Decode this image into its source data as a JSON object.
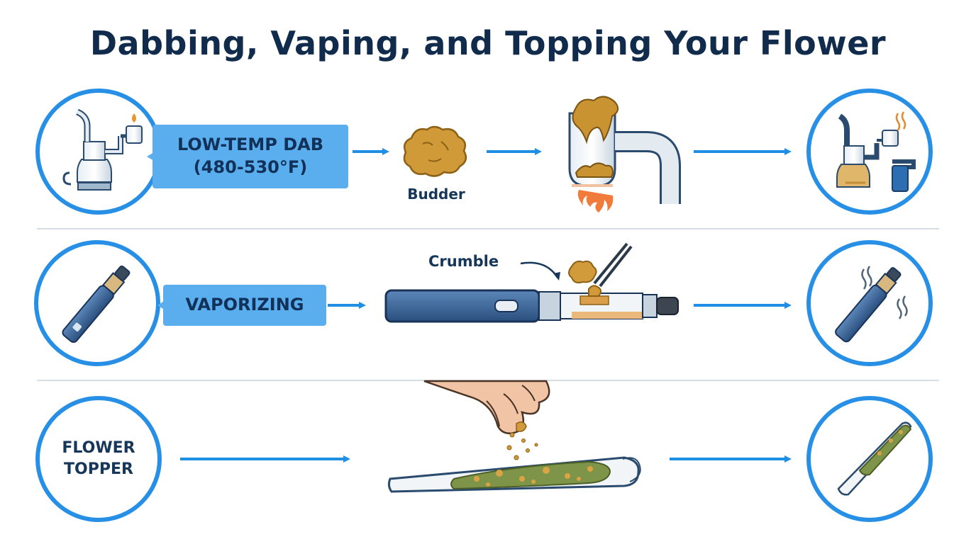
{
  "title": "Dabbing, Vaping, and Topping Your Flower",
  "rows": [
    {
      "method": "LOW-TEMP DAB",
      "temp": "(480-530°F)",
      "concentrate": "Budder"
    },
    {
      "method": "VAPORIZING",
      "concentrate": "Crumble"
    },
    {
      "method_line1": "FLOWER",
      "method_line2": "TOPPER"
    }
  ],
  "colors": {
    "accent": "#1f8fe6",
    "box": "#5aaeed",
    "title": "#112b4c",
    "concentrate": "#c8912e"
  }
}
